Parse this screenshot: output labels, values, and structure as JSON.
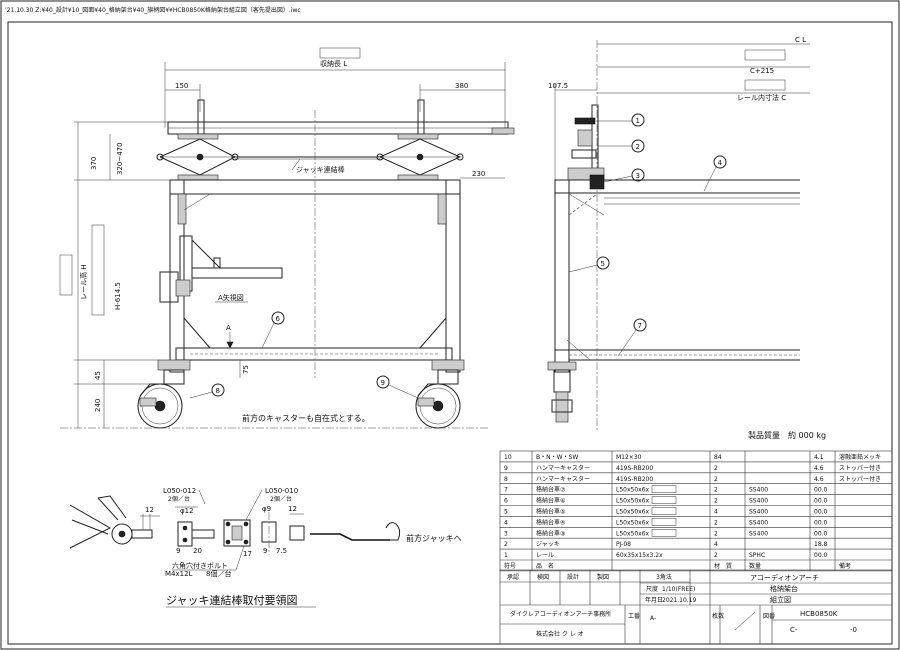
{
  "file_path": "'21.10.30 Z:¥40_設計¥10_図面¥40_格納架台¥40_旗柄図¥¥HCB0850K格納架台組立図（客先提出図）.iwc",
  "front_view": {
    "dim_total_label": "収納長 L",
    "dim_left": "150",
    "dim_right": "380",
    "dim_370": "370",
    "dim_320_470": "320~470",
    "dim_230": "230",
    "dim_h_614": "H-614.5",
    "dim_rail_height": "レール高 H",
    "dim_75": "75",
    "dim_45": "45",
    "dim_240": "240",
    "jack_rod_label": "ジャッキ連結棒",
    "a_view_label": "A矢視図",
    "a_marker": "A",
    "caster_note": "前方のキャスターも自在式とする。",
    "balloons": [
      "6",
      "8",
      "9"
    ]
  },
  "side_view": {
    "dim_cl": "C L",
    "dim_c215": "C+215",
    "dim_1075": "107.5",
    "rail_width_label": "レール内寸法 C",
    "balloons": [
      "1",
      "2",
      "3",
      "4",
      "5",
      "7"
    ]
  },
  "detail_view": {
    "title": "ジャッキ連結棒取付要領図",
    "part_l050_012": "L050-012",
    "part_l050_012_qty": "2個／台",
    "part_l050_010": "L050-010",
    "part_l050_010_qty": "2個／台",
    "dim_12a": "12",
    "dim_phi12": "φ12",
    "dim_9a": "9",
    "dim_20": "20",
    "dim_phi9": "φ9",
    "dim_12b": "12",
    "dim_9b": "9",
    "dim_17": "17",
    "dim_7_5": "7.5",
    "bolt_label": "六角穴付きボルト",
    "bolt_spec": "M4x12L",
    "bolt_qty": "8個／台",
    "front_jack_note": "前方ジャッキへ"
  },
  "product_mass": "製品質量　約 000 kg",
  "parts_table": {
    "headers": [
      "符号",
      "品　名",
      "材　質",
      "数量",
      "",
      "備考"
    ],
    "rows": [
      {
        "no": "10",
        "name": "B・N・W・SW",
        "spec": "M12×30",
        "qty": "84",
        "material": "",
        "mass": "4.1",
        "note": "溶融亜鉛メッキ"
      },
      {
        "no": "9",
        "name": "ハンマーキャスター",
        "spec": "419S-RB200",
        "qty": "2",
        "material": "",
        "mass": "4.6",
        "note": "ストッパー付き"
      },
      {
        "no": "8",
        "name": "ハンマーキャスター",
        "spec": "419S-RB200",
        "qty": "2",
        "material": "",
        "mass": "4.6",
        "note": "ストッパー付き"
      },
      {
        "no": "7",
        "name": "格納台車⑦",
        "spec": "L50x50x6x",
        "qty": "2",
        "material": "SS400",
        "mass": "00.0",
        "note": ""
      },
      {
        "no": "6",
        "name": "格納台車⑥",
        "spec": "L50x50x6x",
        "qty": "2",
        "material": "SS400",
        "mass": "00.0",
        "note": ""
      },
      {
        "no": "5",
        "name": "格納台車⑤",
        "spec": "L50x50x6x",
        "qty": "4",
        "material": "SS400",
        "mass": "00.0",
        "note": ""
      },
      {
        "no": "4",
        "name": "格納台車④",
        "spec": "L50x50x6x",
        "qty": "2",
        "material": "SS400",
        "mass": "00.0",
        "note": ""
      },
      {
        "no": "3",
        "name": "格納台車③",
        "spec": "L50x50x6x",
        "qty": "2",
        "material": "SS400",
        "mass": "00.0",
        "note": ""
      },
      {
        "no": "2",
        "name": "ジャッキ",
        "spec": "PJ-08",
        "qty": "4",
        "material": "",
        "mass": "18.8",
        "note": ""
      },
      {
        "no": "1",
        "name": "レール",
        "spec": "60x35x15x3.2x",
        "qty": "2",
        "material": "SPHC",
        "mass": "00.0",
        "note": ""
      }
    ]
  },
  "title_block": {
    "approve": "承認",
    "inspect": "検図",
    "design": "設計",
    "draw": "製図",
    "scale_label": "尺度",
    "scale_value": "1/10(FREE)",
    "date_label": "年月日",
    "date_value": "2021.10.19",
    "method_label": "3角法",
    "company": "ダイクレアコーディオンアーチ事務所",
    "company2": "株式会社 ク レ オ",
    "product": "アコーディオンアーチ",
    "drawing_name": "格納架台",
    "drawing_type": "組立図",
    "size_label": "図番",
    "size_value": "A-",
    "drawing_no_label": "図番",
    "drawing_no": "HCB0850K",
    "rev": "C-",
    "rev2": "-0",
    "workno_label": "工番",
    "count_label": "枚数"
  }
}
